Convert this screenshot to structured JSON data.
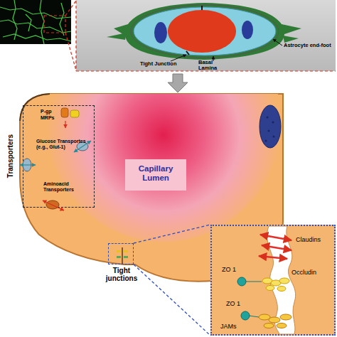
{
  "diagram": {
    "nodes": [
      {
        "text": [
          "Astrocyte end-foot",
          "Tight Junction",
          "Basal Lamina"
        ]
      },
      {
        "text": [
          "Transporters",
          "P-gp",
          "MRPs",
          "Glucose Transportes (e.g., Glut-1)",
          "Aminoacid Transporters"
        ]
      },
      {
        "text": [
          "Capillary Lumen"
        ]
      },
      {
        "text": [
          "Tight junctions"
        ]
      },
      {
        "text": [
          "Claudins",
          "ZO 1",
          "Occludin",
          "ZO 1",
          "JAMs"
        ]
      }
    ],
    "edges": [
      {
        "from": 3,
        "to": 4,
        "arrow": "none"
      }
    ]
  }
}
